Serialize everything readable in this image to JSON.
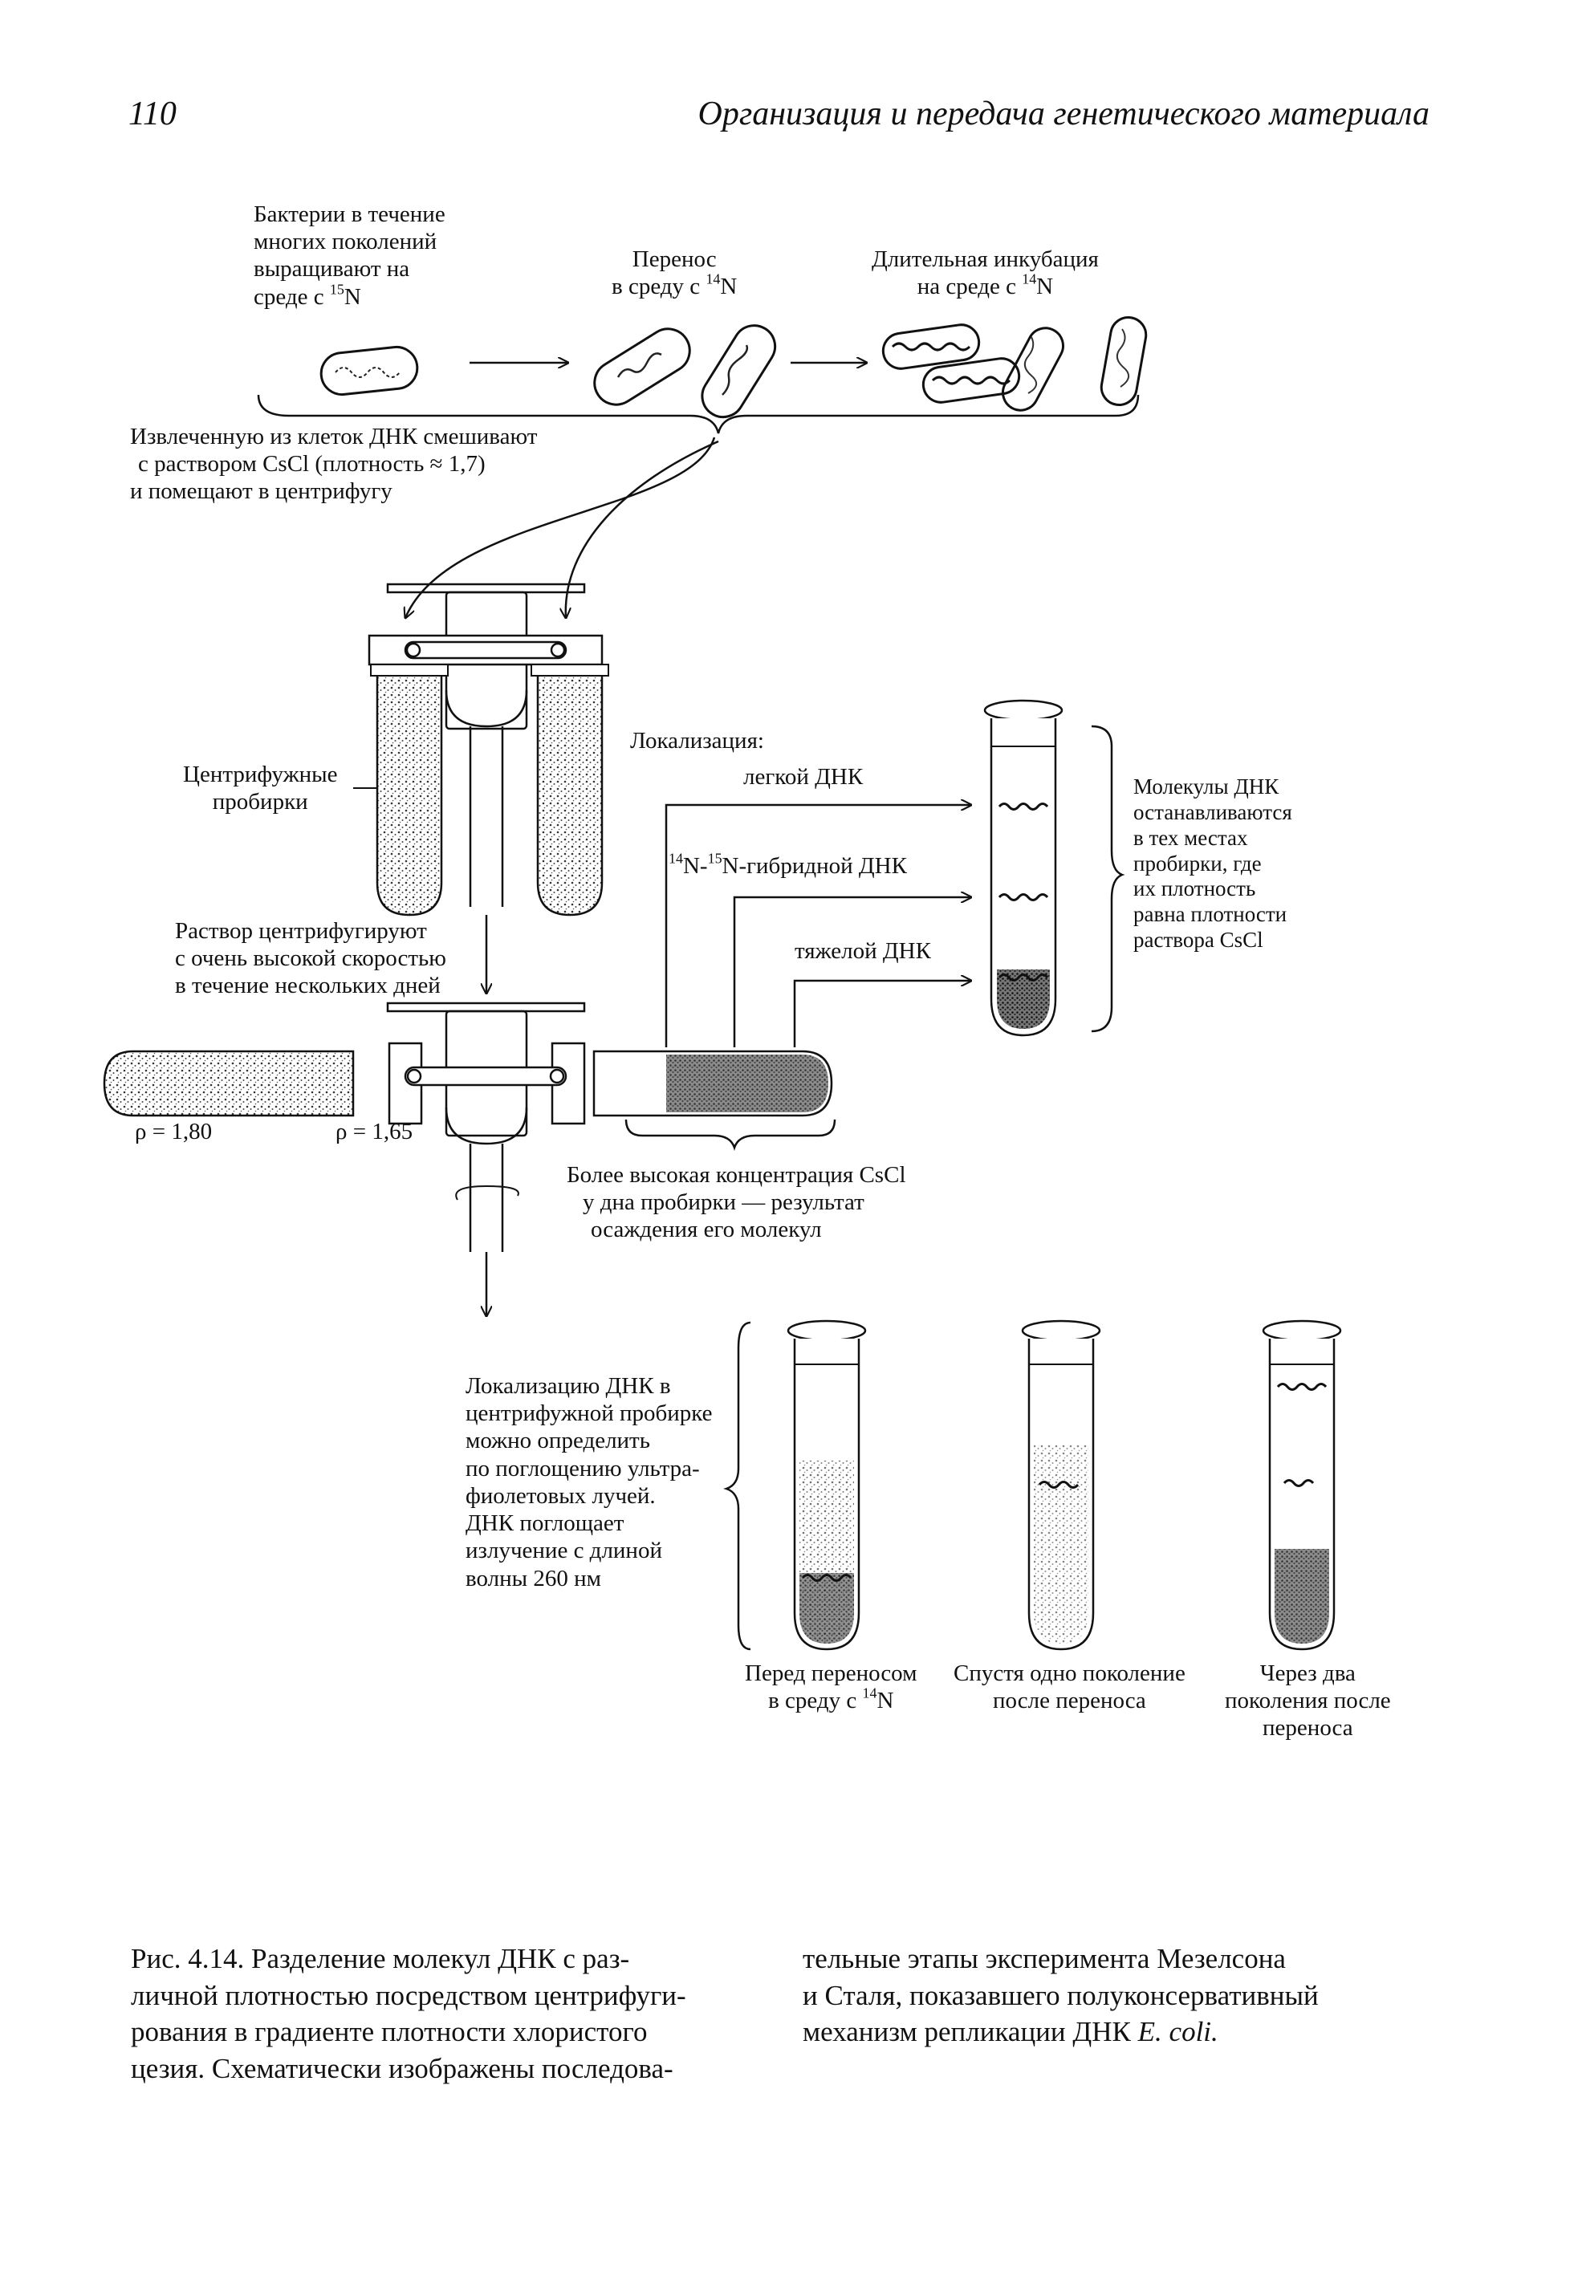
{
  "header": {
    "page_number": "110",
    "running_title": "Организация и передача генетического материала"
  },
  "figure": {
    "step1": {
      "lines": [
        "Бактерии в течение",
        "многих поколений",
        "выращивают на"
      ],
      "last_prefix": "среде с ",
      "isotope_mass": "15",
      "isotope_symbol": "N"
    },
    "step2": {
      "line1": "Перенос",
      "prefix": "в среду с ",
      "isotope_mass": "14",
      "isotope_symbol": "N"
    },
    "step3": {
      "line1": "Длительная инкубация",
      "prefix": "на среде с ",
      "isotope_mass": "14",
      "isotope_symbol": "N"
    },
    "extraction": {
      "lines": [
        "Извлеченную из клеток ДНК смешивают",
        "с раствором CsCl (плотность ≈ 1,7)",
        "и помещают  в центрифугу"
      ]
    },
    "tubes_label": [
      "Центрифужные",
      "пробирки"
    ],
    "centrifuge_note": [
      "Раствор центрифугируют",
      "с очень высокой скоростью",
      "в течение нескольких дней"
    ],
    "localization": {
      "title": "Локализация:",
      "light": "легкой ДНК",
      "hybrid_mass_a": "14",
      "hybrid_mid": "N-",
      "hybrid_mass_b": "15",
      "hybrid_rest": "N-гибридной ДНК",
      "heavy": "тяжелой ДНК"
    },
    "molecules_note": [
      "Молекулы ДНК",
      "останавливаются",
      "в тех местах",
      "пробирки, где",
      "их плотность",
      "равна плотности",
      "раствора CsCl"
    ],
    "density_left": "ρ = 1,80",
    "density_right": "ρ = 1,65",
    "concentration_note": [
      "Более высокая концентрация  CsCl",
      "у дна пробирки  — результат",
      "осаждения его молекул"
    ],
    "uv_note": [
      "Локализацию ДНК  в",
      "центрифужной пробирке",
      "можно определить",
      "по поглощению ультра-",
      "фиолетовых лучей.",
      "ДНК поглощает",
      "излучение с длиной",
      "волны 260 нм"
    ],
    "result_labels": {
      "before_line1": "Перед переносом",
      "before_prefix": "в среду с ",
      "before_mass": "14",
      "before_symbol": "N",
      "one": [
        "Спустя одно поколение",
        "после переноса"
      ],
      "two": [
        "Через два",
        "поколения после",
        "переноса"
      ]
    }
  },
  "caption": {
    "left": [
      "Рис. 4.14. Разделение молекул ДНК с раз-",
      "личной плотностью посредством центрифуги-",
      "рования в градиенте плотности хлористого",
      "цезия. Схематически изображены последова-"
    ],
    "right_lines": [
      "тельные этапы эксперимента Мезелсона",
      "и Сталя, показавшего полуконсервативный"
    ],
    "right_last_prefix": "механизм репликации ДНК ",
    "right_last_italic": "E. coli."
  }
}
